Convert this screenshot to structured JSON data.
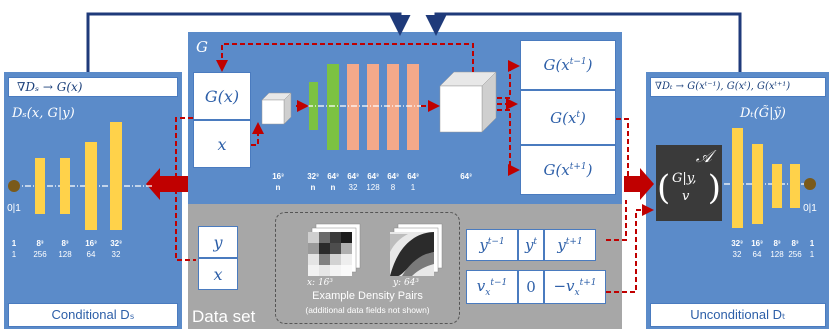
{
  "generator": {
    "title": "G",
    "inputs": [
      "G(x)",
      "x"
    ],
    "outputs": [
      "G(x^{t−1})",
      "G(x^{t})",
      "G(x^{t+1})"
    ],
    "layer_sizes": [
      "16³",
      "32³",
      "64³",
      "64³",
      "64³",
      "64³",
      "64³"
    ],
    "layer_channels": [
      "n",
      "n",
      "n",
      "32",
      "128",
      "8",
      "1"
    ],
    "output_size": "64³"
  },
  "conditional_discriminator": {
    "header": "∇Dₛ → G(x)",
    "title": "Dₛ(x, G|y)",
    "binary_label": "0|1",
    "layer_sizes": [
      "1",
      "8³",
      "8³",
      "16³",
      "32³"
    ],
    "layer_channels": [
      "1",
      "256",
      "128",
      "64",
      "32"
    ],
    "footer": "Conditional Dₛ"
  },
  "unconditional_discriminator": {
    "header": "∇Dₜ → G(xᵗ⁻¹), G(xᵗ), G(xᵗ⁺¹)",
    "title": "Dₜ(G̃|ỹ)",
    "operator": "𝒜",
    "operator_args": "G|y, v",
    "binary_label": "0|1",
    "layer_sizes": [
      "32³",
      "16³",
      "8³",
      "8³",
      "1"
    ],
    "layer_channels": [
      "32",
      "64",
      "128",
      "256",
      "1"
    ],
    "footer": "Unconditional Dₜ"
  },
  "dataset": {
    "label": "Data set",
    "inputs": [
      "y",
      "x"
    ],
    "example_caption_x": "x: 16³",
    "example_caption_y": "y: 64³",
    "example_title": "Example Density Pairs",
    "example_note": "(additional data fields not shown)",
    "y_sequence": [
      "yᵗ⁻¹",
      "yᵗ",
      "yᵗ⁺¹"
    ],
    "v_sequence": [
      "vₓᵗ⁻¹",
      "0",
      "−vₓᵗ⁺¹"
    ]
  },
  "colors": {
    "panel_blue": "#5b8bc9",
    "panel_gray": "#a7a7a7",
    "conv_green": "#7cc242",
    "conv_salmon": "#f4a98a",
    "disc_yellow": "#ffd24a",
    "arrow_red": "#c00000",
    "line_navy": "#1f3a7a"
  }
}
